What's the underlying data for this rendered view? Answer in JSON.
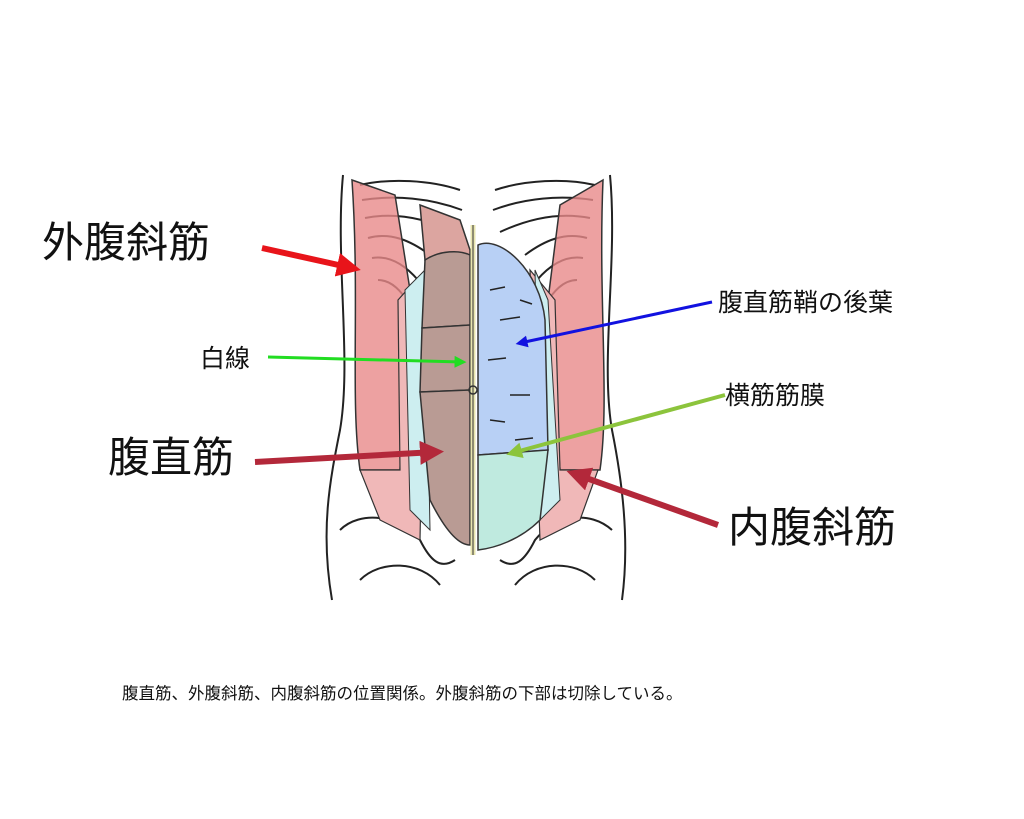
{
  "labels": {
    "external_oblique": "外腹斜筋",
    "linea_alba": "白線",
    "rectus_abdominis": "腹直筋",
    "posterior_rectus_sheath": "腹直筋鞘の後葉",
    "transversalis_fascia": "横筋筋膜",
    "internal_oblique": "内腹斜筋"
  },
  "caption": "腹直筋、外腹斜筋、内腹斜筋の位置関係。外腹斜筋の下部は切除している。",
  "colors": {
    "external_oblique_arrow": "#e8141a",
    "linea_alba_arrow": "#22dd22",
    "rectus_arrow": "#b3283a",
    "sheath_arrow": "#1212e0",
    "fascia_arrow": "#8cc43c",
    "internal_oblique_arrow": "#b3283a"
  }
}
